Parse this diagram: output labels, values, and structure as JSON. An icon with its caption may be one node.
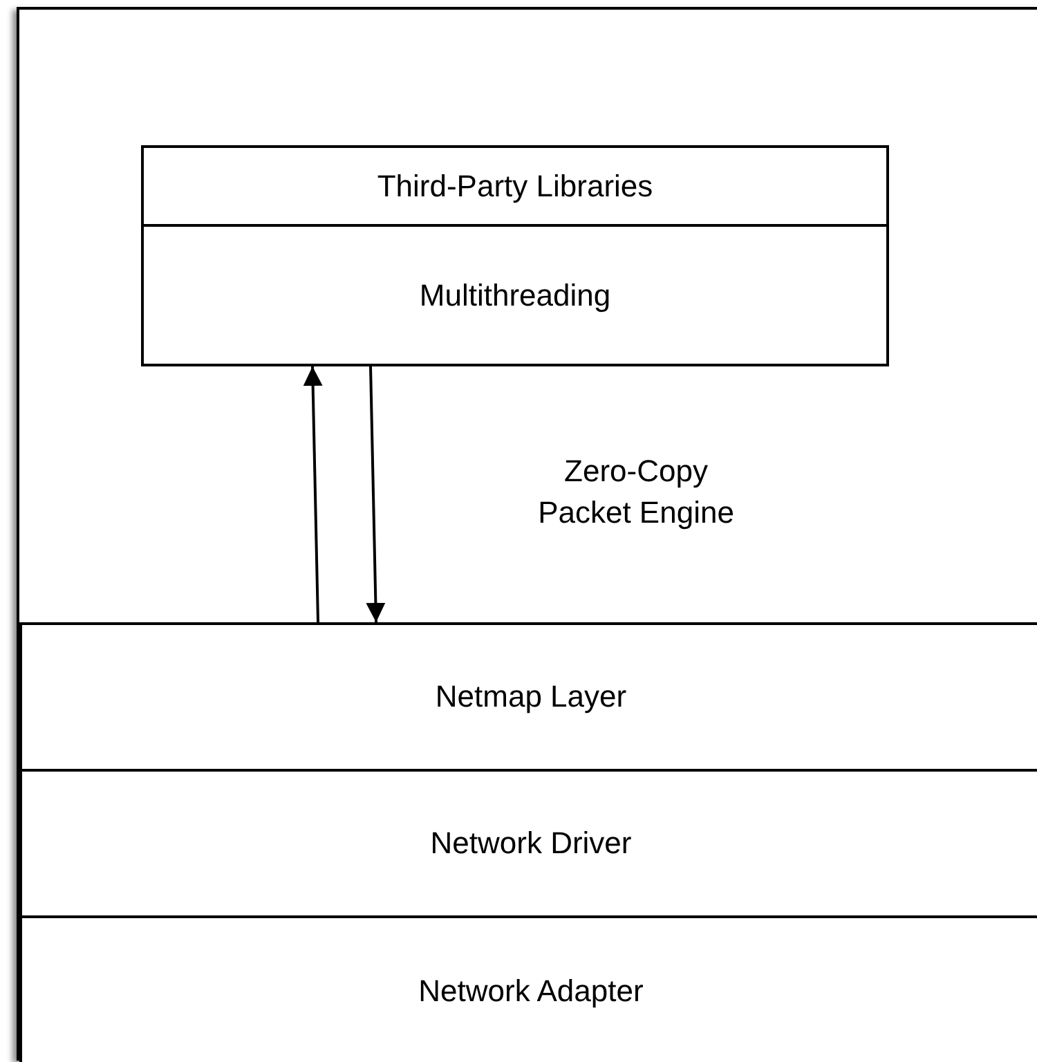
{
  "diagram": {
    "nodes": [
      {
        "text": [],
        "shape": "box"
      },
      {
        "text": [
          "Third-Party Libraries"
        ],
        "in": 0
      },
      {
        "text": [
          "Multithreading"
        ],
        "in": 0
      },
      {
        "text": [
          "Netmap Layer"
        ],
        "in": 0
      },
      {
        "text": [
          "Network Driver"
        ],
        "in": 0
      },
      {
        "text": [
          "Network Adapter"
        ],
        "in": 0
      }
    ],
    "edges": [
      {
        "from": 3,
        "to": 2,
        "arrow": "to"
      },
      {
        "from": 2,
        "to": 3,
        "arrow": "to"
      }
    ],
    "labels": [
      "Zero-Copy Packet Engine"
    ]
  }
}
